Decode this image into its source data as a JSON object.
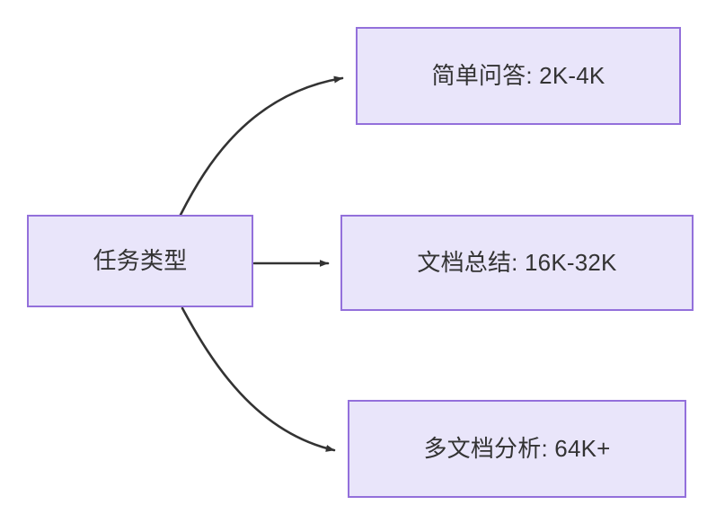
{
  "diagram": {
    "title": "任务类型 flowchart",
    "direction": "left-to-right",
    "background_color": "#ffffff",
    "node_fill_color": "#e9e5fa",
    "node_border_color": "#9370db",
    "node_text_color": "#333333",
    "edge_color": "#333333",
    "nodes": [
      {
        "id": "source",
        "label": "任务类型"
      },
      {
        "id": "simple_qa",
        "label": "简单问答: 2K-4K"
      },
      {
        "id": "doc_summary",
        "label": "文档总结: 16K-32K"
      },
      {
        "id": "multi_doc",
        "label": "多文档分析: 64K+"
      }
    ],
    "edges": [
      {
        "from": "source",
        "to": "simple_qa",
        "style": "curved",
        "arrow": "arrow-head-icon"
      },
      {
        "from": "source",
        "to": "doc_summary",
        "style": "straight",
        "arrow": "arrow-head-icon"
      },
      {
        "from": "source",
        "to": "multi_doc",
        "style": "curved",
        "arrow": "arrow-head-icon"
      }
    ]
  }
}
